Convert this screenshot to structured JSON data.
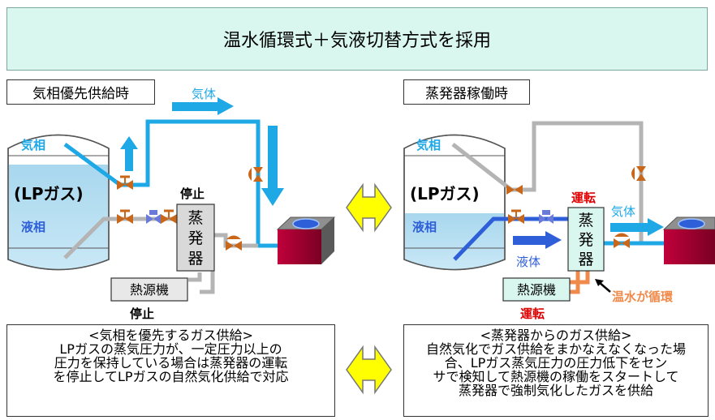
{
  "banner": {
    "title": "温水循環式＋気液切替方式を採用"
  },
  "left": {
    "mode_label": "気相優先供給時",
    "gas_flow_label": "気体",
    "tank_vapor": "気相",
    "tank_content": "(LPガス)",
    "tank_liquid": "液相",
    "vaporizer_status": "停止",
    "vaporizer": [
      "蒸",
      "発",
      "器"
    ],
    "heater": "熱源機",
    "heater_status": "停止",
    "description": {
      "title": "<気相を優先するガス供給>",
      "lines": [
        "LPガスの蒸気圧力が、一定圧力以上の",
        "圧力を保持している場合は蒸発器の運転",
        "を停止してLPガスの自然気化供給で対応"
      ]
    }
  },
  "right": {
    "mode_label": "蒸発器稼働時",
    "tank_vapor": "気相",
    "tank_content": "(LPガス)",
    "tank_liquid": "液相",
    "vaporizer_status": "運転",
    "vaporizer": [
      "蒸",
      "発",
      "器"
    ],
    "gas_flow_label": "気体",
    "liquid_flow_label": "液体",
    "heater": "熱源機",
    "heater_status": "運転",
    "hot_water_label": "温水が循環",
    "description": {
      "title": "<蒸発器からのガス供給>",
      "lines": [
        "自然気化でガス供給をまかなえなくなった場",
        "合、LPガス蒸気圧力の圧力低下をセン",
        "サで検知して熱源機の稼働をスタートして",
        "蒸発器で強制気化したガスを供給"
      ]
    }
  },
  "colors": {
    "banner_bg": "#d9f7ee",
    "gas_blue": "#1fa8e6",
    "liquid_blue": "#2f5fd8",
    "status_red": "#e00000",
    "hot_water_orange": "#f08a4b",
    "switch_yellow": "#ffff00",
    "valve_orange": "#c8661a"
  }
}
